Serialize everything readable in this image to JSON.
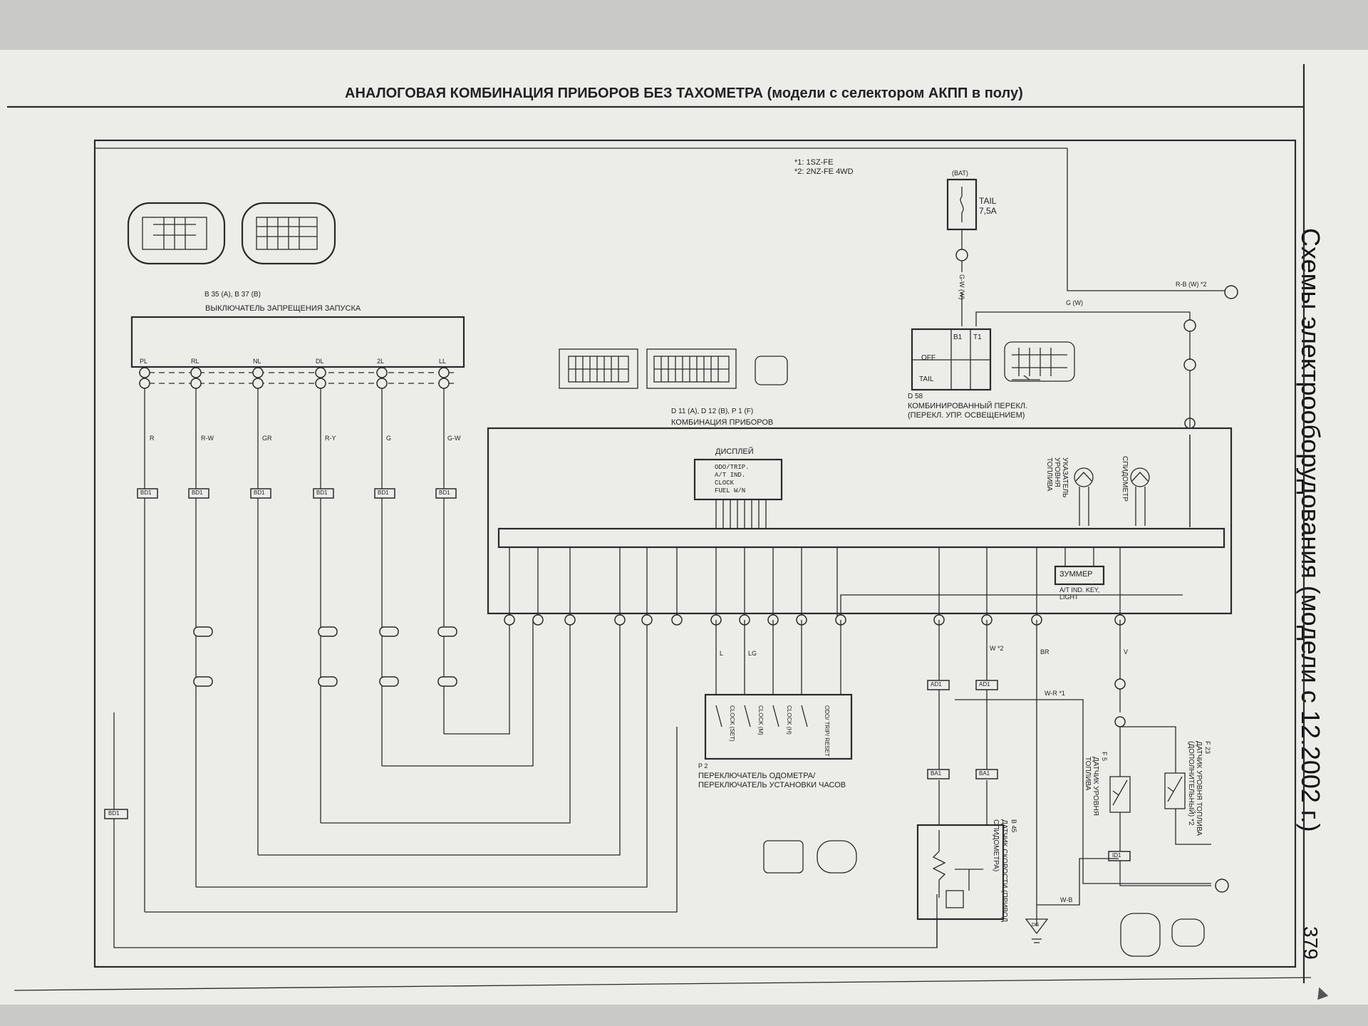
{
  "header": {
    "title": "АНАЛОГОВАЯ КОМБИНАЦИЯ ПРИБОРОВ БЕЗ ТАХОМЕТРА (модели с селектором АКПП в полу)",
    "side_title": "Схемы электрооборудования (модели с 12.2002 г.)",
    "page_number": "379"
  },
  "notes": {
    "note1": "*1: 1SZ-FE",
    "note2": "*2: 2NZ-FE 4WD"
  },
  "fuse": {
    "bat": "(BAT)",
    "name": "TAIL",
    "rating": "7,5A"
  },
  "combo_switch": {
    "id": "D 58",
    "title1": "КОМБИНИРОВАННЫЙ ПЕРЕКЛ.",
    "title2": "(ПЕРЕКЛ. УПР. ОСВЕЩЕНИЕМ)",
    "off": "OFF",
    "tail": "TAIL",
    "col1": "B1",
    "col2": "T1"
  },
  "inhibitor_switch": {
    "ref": "B 35 (A), B 37 (B)",
    "title": "ВЫКЛЮЧАТЕЛЬ ЗАПРЕЩЕНИЯ ЗАПУСКА",
    "positions": [
      "PL",
      "RL",
      "NL",
      "DL",
      "2L",
      "LL"
    ]
  },
  "cluster": {
    "ref": "D 11 (A), D 12 (B), P 1 (F)",
    "title": "КОМБИНАЦИЯ ПРИБОРОВ",
    "display_title": "ДИСПЛЕЙ",
    "display_lines": [
      "ODO/TRIP.",
      "A/T IND.",
      "CLOCK",
      "FUEL W/N"
    ],
    "fuel_gauge": "УКАЗАТЕЛЬ УРОВНЯ ТОПЛИВА",
    "speedometer": "СПИДОМЕТР",
    "buzzer": "ЗУММЕР",
    "buzzer_sub": "A/T IND. KEY, LIGHT"
  },
  "odo_switch": {
    "ref": "P 2",
    "title1": "ПЕРЕКЛЮЧАТЕЛЬ ОДОМЕТРА/",
    "title2": "ПЕРЕКЛЮЧАТЕЛЬ УСТАНОВКИ ЧАСОВ",
    "contacts": [
      "CLOCK (SET)",
      "CLOCK (M)",
      "CLOCK (H)",
      "ODO/ TRIP/ RESET"
    ]
  },
  "speed_sensor": {
    "ref": "B 45",
    "title": "ДАТЧИК СКОРОСТИ (ПРИВОД СПИДОМЕТРА)"
  },
  "fuel_sensors": {
    "main_ref": "F 5",
    "main_title": "ДАТЧИК УРОВНЯ ТОПЛИВА",
    "aux_ref": "F 23",
    "aux_title": "ДАТЧИК УРОВНЯ ТОПЛИВА (ДОПОЛНИТЕЛЬНЫЙ) *2"
  },
  "wire_colors": [
    "R",
    "R-W",
    "GR",
    "R-Y",
    "G",
    "G-W",
    "G-W (W)",
    "R-B (W) *2",
    "G (W)",
    "W-B",
    "W-R *1",
    "W *2",
    "BR",
    "V",
    "L",
    "LG"
  ],
  "connectors": [
    "BD1",
    "AD1",
    "BA1",
    "ID1",
    "DG"
  ],
  "colors": {
    "paper": "#ecece9",
    "ink": "#2a2a2a",
    "background": "#c9c9c7"
  }
}
